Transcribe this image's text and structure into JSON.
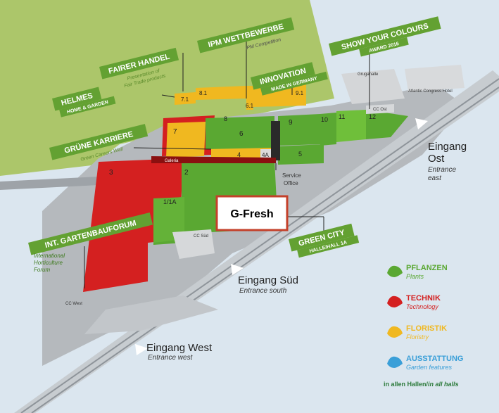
{
  "signs": {
    "fairer_handel": {
      "title": "FAIRER HANDEL",
      "sub1": "Presentation of",
      "sub2": "Fair Trade products"
    },
    "ipm": {
      "title": "IPM WETTBEWERBE",
      "sub": "IPM Competition"
    },
    "show_colours": {
      "title": "SHOW YOUR COLOURS",
      "sub": "AWARD 2016"
    },
    "helmes": {
      "title": "HELMES",
      "sub": "HOME & GARDEN"
    },
    "innovation": {
      "title": "INNOVATION",
      "sub": "MADE IN GERMANY"
    },
    "gruene_karriere": {
      "title": "GRÜNE KARRIERE",
      "sub": "Green Careers Wall"
    },
    "gartenbauforum": {
      "title": "INT. GARTENBAUFORUM",
      "sub1": "International",
      "sub2": "Horticulture",
      "sub3": "Forum"
    },
    "green_city": {
      "title": "GREEN CITY",
      "sub": "HALLE/HALL 1A"
    }
  },
  "halls": {
    "h7_1": "7.1",
    "h8_1": "8.1",
    "h6_1": "6.1",
    "h9_1": "9.1",
    "h8": "8",
    "h7": "7",
    "h6": "6",
    "h9": "9",
    "h10": "10",
    "h11": "11",
    "h12": "12",
    "h4": "4",
    "h4a": "4A",
    "h5": "5",
    "h3": "3",
    "h2": "2",
    "h1": "1/1A",
    "galeria": "Galeria"
  },
  "places": {
    "grugahalle": "Grugahalle",
    "atlantic": "Atlantic Congress Hotel",
    "cc_ost": "CC Ost",
    "cc_sued": "CC Süd",
    "cc_west": "CC West",
    "service1": "Service",
    "service2": "Office"
  },
  "entrances": {
    "ost": {
      "title": "Eingang",
      "title2": "Ost",
      "sub1": "Entrance",
      "sub2": "east"
    },
    "sued": {
      "title": "Eingang Süd",
      "sub": "Entrance south"
    },
    "west": {
      "title": "Eingang West",
      "sub": "Entrance west"
    }
  },
  "highlight": {
    "label": "G-Fresh"
  },
  "legend": {
    "items": [
      {
        "title": "PFLANZEN",
        "sub": "Plants",
        "color": "#5aa832"
      },
      {
        "title": "TECHNIK",
        "sub": "Technology",
        "color": "#d42020"
      },
      {
        "title": "FLORISTIK",
        "sub": "Floristry",
        "color": "#f0b820"
      },
      {
        "title": "AUSSTATTUNG",
        "sub": "Garden features",
        "color": "#3a9fd8"
      }
    ],
    "footer_de": "in allen Hallen/",
    "footer_en": "in all halls"
  },
  "colors": {
    "green": "#5aa832",
    "red": "#d42020",
    "yellow": "#f0b820",
    "blue": "#3a9fd8",
    "sign_green": "#63a132",
    "highlight_border": "#c4402a"
  }
}
